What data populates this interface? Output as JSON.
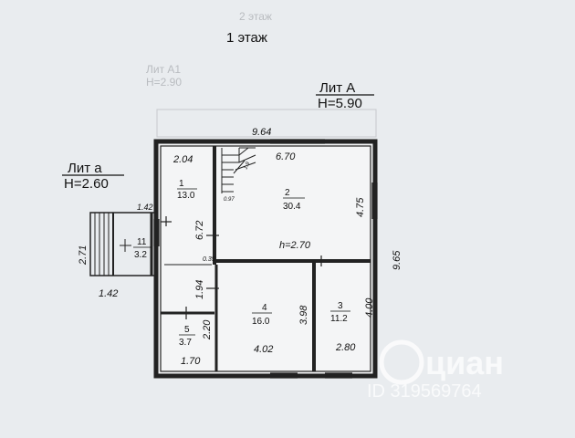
{
  "title": "1 этаж",
  "lit_a_main": {
    "name": "Лит А",
    "height": "H=5.90"
  },
  "lit_a_small": {
    "name": "Лит а",
    "height": "H=2.60"
  },
  "ghost_text": [
    "Лит А1",
    "H=2.90",
    "2 этаж"
  ],
  "rooms": [
    {
      "num": "1",
      "area": "13.0"
    },
    {
      "num": "2",
      "area": "30.4"
    },
    {
      "num": "3",
      "area": "11.2"
    },
    {
      "num": "4",
      "area": "16.0"
    },
    {
      "num": "5",
      "area": "3.7"
    },
    {
      "num": "11",
      "area": "3.2"
    }
  ],
  "dimensions": {
    "top_total": "9.64",
    "right_total": "9.65",
    "room1_width": "2.04",
    "room1_length": "6.72",
    "room2_width": "6.70",
    "room2_depth": "4.75",
    "ceiling": "h=2.70",
    "room3_width": "2.80",
    "room3_depth": "4.00",
    "room4_width": "4.02",
    "room4_depth": "3.98",
    "room5_width": "1.70",
    "room5_depth": "2.20",
    "corridor": "1.94",
    "porch_height": "2.71",
    "porch_width": "1.42",
    "porch_top": "1.42",
    "wall_small_a": "0.35",
    "wall_small_b": "0.97",
    "stair": "1.9"
  },
  "watermark": {
    "brand": "циан",
    "id": "ID 319569764"
  }
}
